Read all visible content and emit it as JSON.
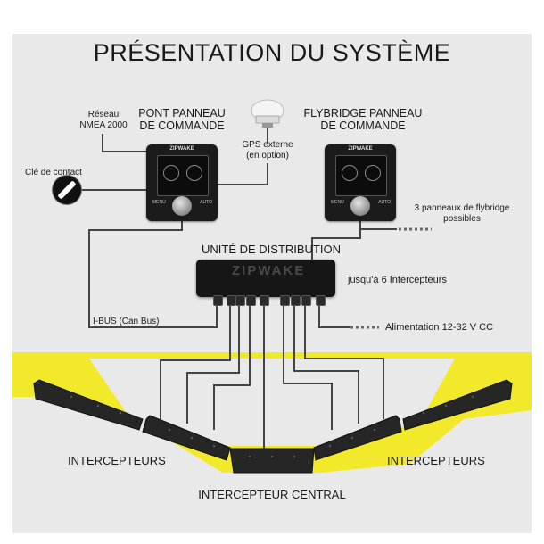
{
  "title": "PRÉSENTATION DU SYSTÈME",
  "labels": {
    "nmea": [
      "Réseau",
      "NMEA 2000"
    ],
    "bridge_panel": [
      "PONT PANNEAU",
      "DE COMMANDE"
    ],
    "flybridge_panel": [
      "FLYBRIDGE PANNEAU",
      "DE COMMANDE"
    ],
    "gps": [
      "GPS externe",
      "(en option)"
    ],
    "ignition": "Clé de contact",
    "flybridge_note": [
      "3 panneaux de flybridge",
      "possibles"
    ],
    "distribution": "UNITÉ DE DISTRIBUTION",
    "interceptors_max": "jusqu'à 6 Intercepteurs",
    "ibus": "I-BUS (Can Bus)",
    "power": "Alimentation 12-32 V CC",
    "interceptors_left": "INTERCEPTEURS",
    "interceptors_right": "INTERCEPTEURS",
    "interceptor_center": "INTERCEPTEUR CENTRAL"
  },
  "device_text": {
    "panel_brand": "ZIPWAKE",
    "menu": "MENU",
    "auto": "AUTO",
    "dist_logo": "ZIPWAKE"
  },
  "colors": {
    "hull_yellow": "#f2e92a",
    "device_black": "#1b1b1b",
    "wire": "#444444",
    "background_panel": "#e9e9e9"
  }
}
